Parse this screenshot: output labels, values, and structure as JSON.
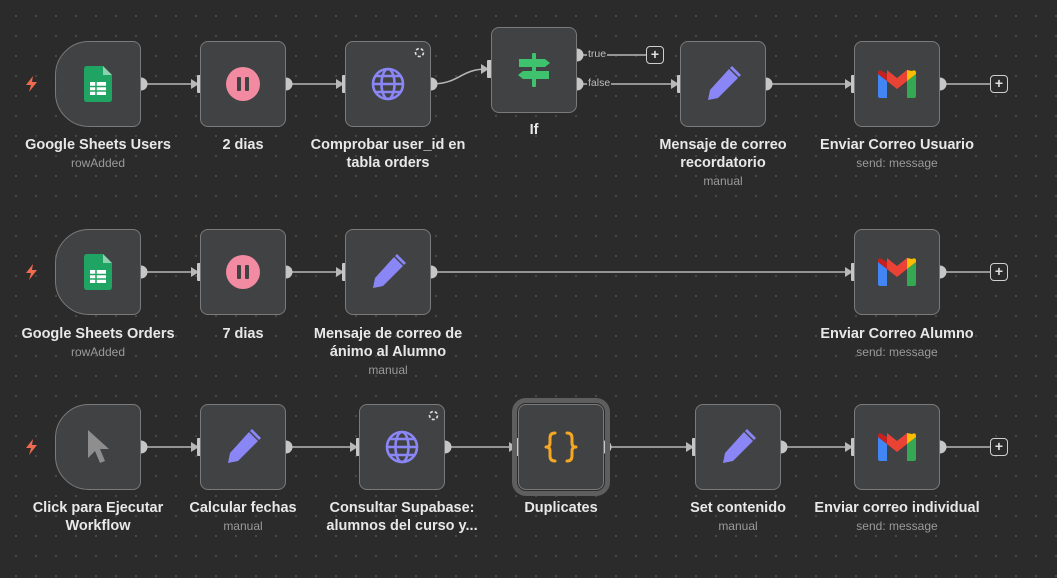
{
  "rows": [
    {
      "nodes": [
        {
          "id": "r1n1",
          "title": "Google Sheets Users",
          "subtitle": "rowAdded",
          "icon": "google-sheets-icon"
        },
        {
          "id": "r1n2",
          "title": "2 dias",
          "subtitle": "",
          "icon": "pause-icon"
        },
        {
          "id": "r1n3",
          "title": "Comprobar user_id en tabla orders",
          "subtitle": "",
          "icon": "globe-icon"
        },
        {
          "id": "r1n4",
          "title": "If",
          "subtitle": "",
          "icon": "signpost-icon"
        },
        {
          "id": "r1n5",
          "title": "Mensaje de correo recordatorio",
          "subtitle": "manual",
          "icon": "pencil-icon"
        },
        {
          "id": "r1n6",
          "title": "Enviar Correo Usuario",
          "subtitle": "send: message",
          "icon": "gmail-icon"
        }
      ]
    },
    {
      "nodes": [
        {
          "id": "r2n1",
          "title": "Google Sheets Orders",
          "subtitle": "rowAdded",
          "icon": "google-sheets-icon"
        },
        {
          "id": "r2n2",
          "title": "7 dias",
          "subtitle": "",
          "icon": "pause-icon"
        },
        {
          "id": "r2n3",
          "title": "Mensaje de correo de ánimo al Alumno",
          "subtitle": "manual",
          "icon": "pencil-icon"
        },
        {
          "id": "r2n4",
          "title": "Enviar Correo Alumno",
          "subtitle": "send: message",
          "icon": "gmail-icon"
        }
      ]
    },
    {
      "nodes": [
        {
          "id": "r3n1",
          "title": "Click para Ejecutar Workflow",
          "subtitle": "",
          "icon": "cursor-icon"
        },
        {
          "id": "r3n2",
          "title": "Calcular fechas",
          "subtitle": "manual",
          "icon": "pencil-icon"
        },
        {
          "id": "r3n3",
          "title": "Consultar Supabase: alumnos del curso y...",
          "subtitle": "",
          "icon": "globe-icon"
        },
        {
          "id": "r3n4",
          "title": "Duplicates",
          "subtitle": "",
          "icon": "code-braces-icon"
        },
        {
          "id": "r3n5",
          "title": "Set contenido",
          "subtitle": "manual",
          "icon": "pencil-icon"
        },
        {
          "id": "r3n6",
          "title": "Enviar correo individual",
          "subtitle": "send: message",
          "icon": "gmail-icon"
        }
      ]
    }
  ],
  "if_branches": {
    "true_label": "true",
    "false_label": "false"
  },
  "add_button": {
    "label": "+"
  },
  "colors": {
    "sheets_green": "#1fa463",
    "pause_pink": "#f28ba1",
    "globe_purple": "#8b86f6",
    "signpost_green": "#3ec26e",
    "pencil_purple": "#8b86f6",
    "braces_orange": "#f5a623",
    "trigger_red": "#ef6b4f"
  }
}
